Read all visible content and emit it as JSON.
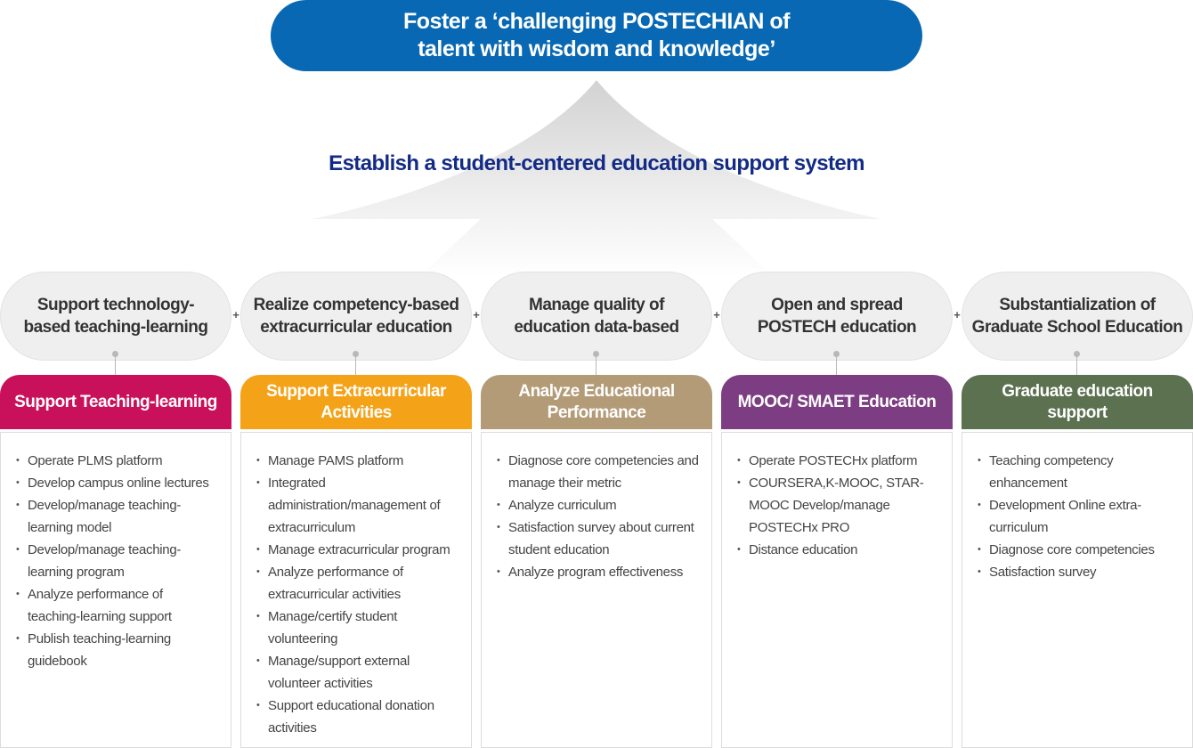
{
  "goal": {
    "text": "Foster a ‘challenging POSTECHIAN of\ntalent with wisdom and knowledge’"
  },
  "strategy": {
    "text": "Establish a student-centered education support system"
  },
  "plus_symbol": "+",
  "colors": {
    "goal": "#0868b3",
    "strategy_text": "#132b86",
    "teaching": "#c9105a",
    "extracurricular": "#f4a319",
    "performance": "#b49b77",
    "mooc": "#7d3d83",
    "graduate": "#5b7150"
  },
  "columns": [
    {
      "objective": "Support technology-\nbased teaching-learning",
      "header": "Support Teaching-learning",
      "color": "#c9105a",
      "items": [
        "Operate PLMS platform",
        "Develop campus online lectures",
        "Develop/manage teaching-learning model",
        "Develop/manage teaching-learning program",
        "Analyze performance of teaching-learning support",
        "Publish teaching-learning guidebook"
      ]
    },
    {
      "objective": "Realize competency-based\nextracurricular education",
      "header": "Support Extracurricular\nActivities",
      "color": "#f4a319",
      "items": [
        "Manage PAMS platform",
        "Integrated administration/management of extracurriculum",
        "Manage extracurricular program",
        "Analyze performance of extracurricular activities",
        "Manage/certify student volunteering",
        "Manage/support external volunteer activities",
        "Support educational donation activities"
      ]
    },
    {
      "objective": "Manage quality of\neducation data-based",
      "header": "Analyze Educational\nPerformance",
      "color": "#b49b77",
      "items": [
        "Diagnose core competencies and manage their metric",
        "Analyze curriculum",
        "Satisfaction survey about current student education",
        "Analyze program effectiveness"
      ]
    },
    {
      "objective": "Open and spread\nPOSTECH education",
      "header": "MOOC/ SMAET Education",
      "color": "#7d3d83",
      "items": [
        "Operate POSTECHx platform",
        "COURSERA,K-MOOC, STAR-MOOC Develop/manage POSTECHx PRO",
        "Distance education"
      ]
    },
    {
      "objective": "Substantialization of\nGraduate School Education",
      "header": "Graduate education\nsupport",
      "color": "#5b7150",
      "items": [
        "Teaching competency enhancement",
        "Development Online extra-curriculum",
        "Diagnose core competencies",
        "Satisfaction survey"
      ]
    }
  ]
}
